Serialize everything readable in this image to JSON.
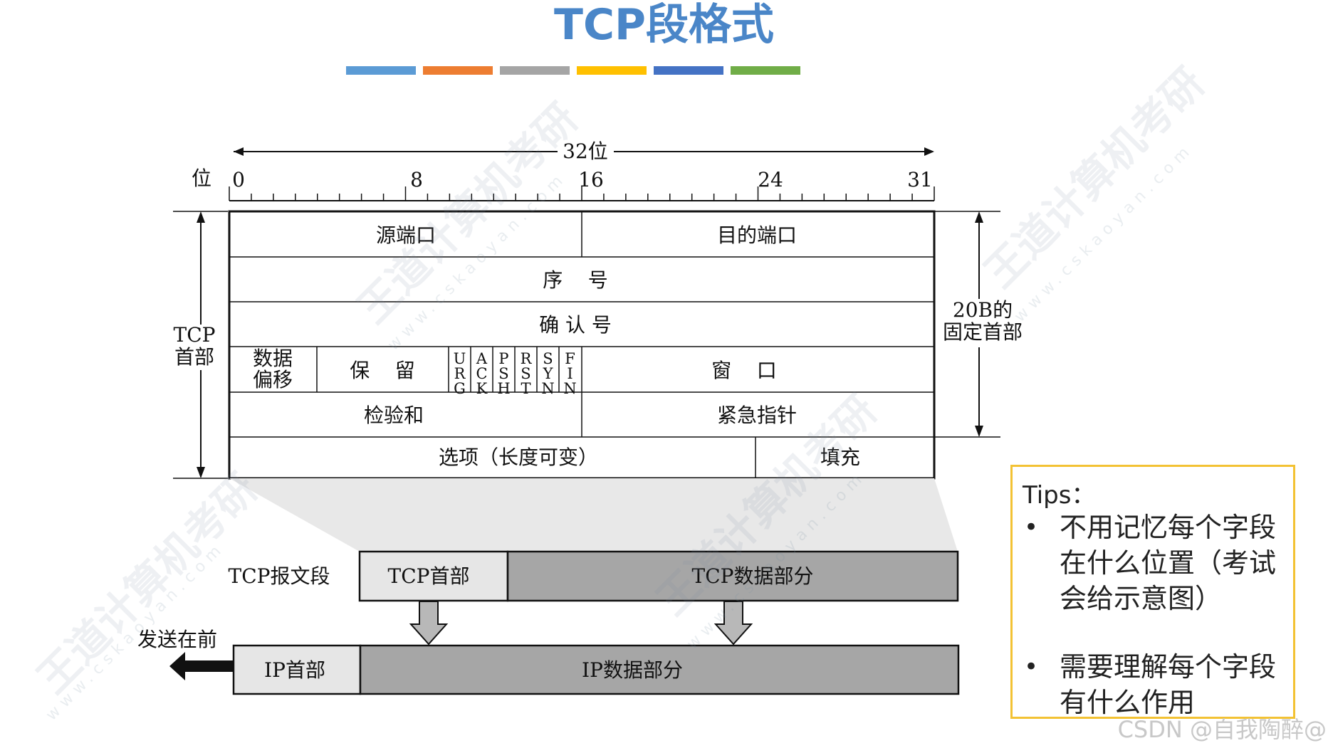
{
  "slide": {
    "title": "TCP段格式",
    "title_bar_colors": [
      "#5b9bd5",
      "#ed7d31",
      "#a5a5a5",
      "#ffc000",
      "#4472c4",
      "#70ad47"
    ]
  },
  "header_format": {
    "width_label": "32位",
    "bit_axis_label": "位",
    "bit_ticks": [
      "0",
      "8",
      "16",
      "24",
      "31"
    ],
    "left_label_line1": "TCP",
    "left_label_line2": "首部",
    "right_label_line1": "20B的",
    "right_label_line2": "固定首部",
    "fields": {
      "src_port": "源端口",
      "dst_port": "目的端口",
      "seq": "序    号",
      "ack_num": "确 认 号",
      "data_offset_1": "数据",
      "data_offset_2": "偏移",
      "reserved": "保    留",
      "flags": [
        "URG",
        "ACK",
        "PSH",
        "RST",
        "SYN",
        "FIN"
      ],
      "window": "窗    口",
      "checksum": "检验和",
      "urgent_pointer": "紧急指针",
      "options": "选项（长度可变）",
      "padding": "填充"
    }
  },
  "encapsulation": {
    "segment_label": "TCP报文段",
    "tcp_header": "TCP首部",
    "tcp_data": "TCP数据部分",
    "send_first": "发送在前",
    "ip_header": "IP首部",
    "ip_data": "IP数据部分",
    "colors": {
      "header_fill": "#e6e6e6",
      "data_fill": "#a6a6a6"
    }
  },
  "tips": {
    "title": "Tips：",
    "items": [
      "不用记忆每个字段在什么位置（考试会给示意图）",
      "需要理解每个字段有什么作用"
    ],
    "border_color": "#f3c233"
  },
  "credit": "CSDN @自我陶醉@",
  "watermark": {
    "text": "王道计算机考研",
    "url": "www.cskaoyan.com"
  }
}
